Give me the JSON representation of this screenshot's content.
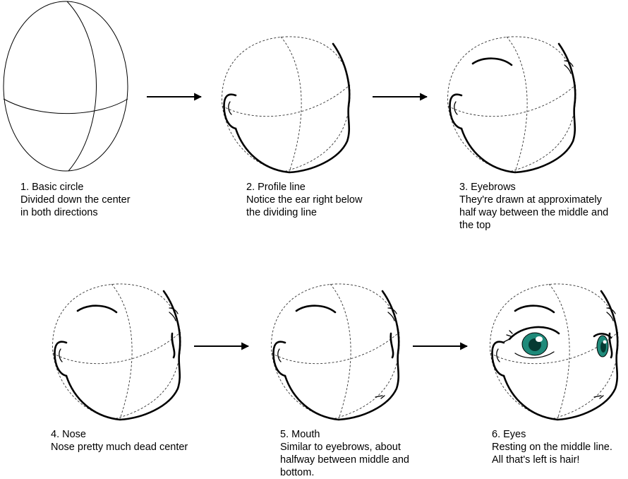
{
  "steps": [
    {
      "number": "1.",
      "title": "Basic circle",
      "lines": [
        "Divided down the center",
        "in both directions"
      ]
    },
    {
      "number": "2.",
      "title": "Profile line",
      "lines": [
        "Notice the ear right below",
        "the dividing line"
      ]
    },
    {
      "number": "3.",
      "title": "Eyebrows",
      "lines": [
        "They're drawn at approximately",
        "half way between the middle and",
        "the top"
      ]
    },
    {
      "number": "4.",
      "title": "Nose",
      "lines": [
        "Nose pretty much dead center"
      ]
    },
    {
      "number": "5.",
      "title": "Mouth",
      "lines": [
        "Similar to eyebrows, about",
        "halfway between middle and",
        "bottom."
      ]
    },
    {
      "number": "6.",
      "title": "Eyes",
      "lines": [
        "Resting on the middle line.",
        "All that's left is hair!"
      ]
    }
  ],
  "colors": {
    "line": "#000000",
    "background": "#ffffff",
    "eye_iris": "#1f8a7a"
  }
}
